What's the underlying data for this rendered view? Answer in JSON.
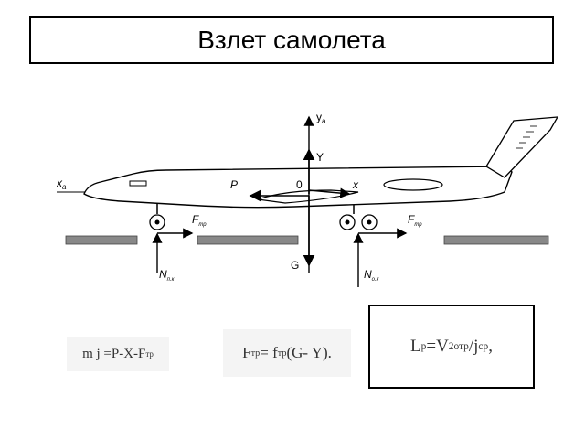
{
  "title": "Взлет самолета",
  "diagram": {
    "labels": {
      "y_axis": "y",
      "y_axis_sub": "a",
      "x_axis": "x",
      "x_axis_sub": "a",
      "lift": "Y",
      "thrust": "P",
      "origin": "0",
      "x_local": "x",
      "friction_front": "F",
      "friction_front_sub": "тр",
      "friction_rear": "F",
      "friction_rear_sub": "тр",
      "weight": "G",
      "normal_front": "N",
      "normal_front_sub": "п.к",
      "normal_rear": "N",
      "normal_rear_sub": "о.к"
    }
  },
  "formulas": {
    "f1_lhs": "m j =P-X-F",
    "f1_sub": "тр",
    "f2_lhs": "F",
    "f2_lhs_sub": "тр",
    "f2_mid": " = f ",
    "f2_mid_sub": "тр",
    "f2_rhs": " (G- Y).",
    "f3_l": "L",
    "f3_l_sub": "p",
    "f3_eq": "=V",
    "f3_sup": "2",
    "f3_sub1": " отр",
    "f3_div": "/j",
    "f3_sub2": " ср",
    "f3_tail": "   ,"
  }
}
